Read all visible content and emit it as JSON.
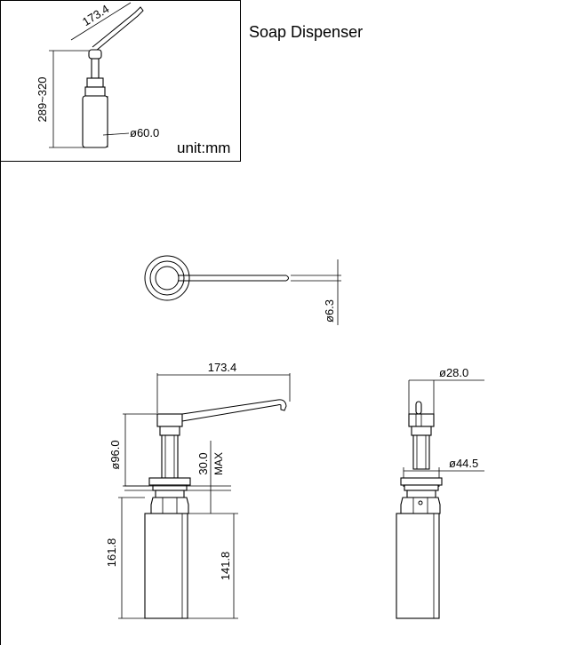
{
  "title": "Soap Dispenser",
  "unit": "unit:mm",
  "inset": {
    "arm_length": "173.4",
    "height_range": "289~320",
    "diameter": "ø60.0"
  },
  "top_view": {
    "rod_diameter": "ø6.3"
  },
  "front_view": {
    "arm_length": "173.4",
    "flange_diameter": "ø96.0",
    "max_thickness": "30.0",
    "max_label": "MAX",
    "bottle_height": "161.8",
    "below_counter_height": "141.8"
  },
  "side_view": {
    "head_diameter": "ø28.0",
    "thread_diameter": "ø44.5"
  }
}
